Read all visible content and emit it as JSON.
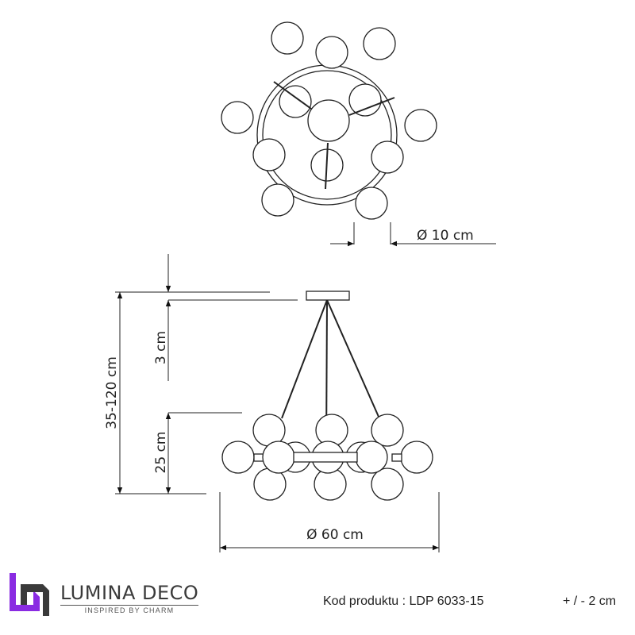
{
  "drawing": {
    "top_view_globe_diameter": "Ø 10 cm",
    "height_range": "35-120 cm",
    "canopy_height": "3 cm",
    "body_height": "25 cm",
    "overall_diameter": "Ø 60 cm"
  },
  "footer": {
    "brand_name": "LUMINA DECO",
    "brand_tagline": "INSPIRED BY CHARM",
    "product_code": "Kod produktu : LDP 6033-15",
    "tolerance": "+ / - 2 cm"
  },
  "colors": {
    "line": "#222222",
    "logo_purple": "#8a2be2",
    "logo_gray": "#3a3a3a"
  }
}
